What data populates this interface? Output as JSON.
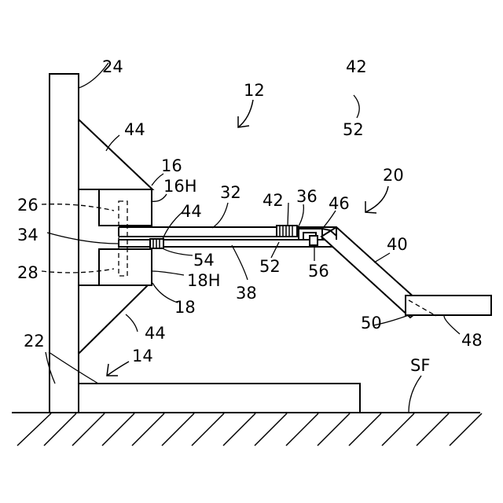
{
  "labels": {
    "ref_24": "24",
    "ref_12": "12",
    "ref_42_top": "42",
    "ref_52_top": "52",
    "ref_44_upper": "44",
    "ref_16": "16",
    "ref_16H": "16H",
    "ref_32": "32",
    "ref_20": "20",
    "ref_26": "26",
    "ref_44_mid": "44",
    "ref_42_mid": "42",
    "ref_36": "36",
    "ref_46": "46",
    "ref_34": "34",
    "ref_40": "40",
    "ref_28": "28",
    "ref_54": "54",
    "ref_52_mid": "52",
    "ref_56": "56",
    "ref_18H": "18H",
    "ref_38": "38",
    "ref_18": "18",
    "ref_50": "50",
    "ref_44_lower": "44",
    "ref_48": "48",
    "ref_22": "22",
    "ref_14": "14",
    "ref_SF": "SF"
  }
}
